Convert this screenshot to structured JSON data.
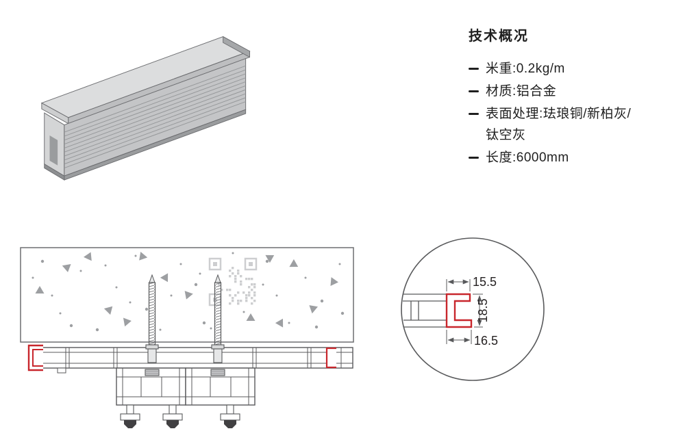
{
  "specs": {
    "title": "技术概况",
    "items": [
      {
        "text": "米重:0.2kg/m"
      },
      {
        "text": "材质:铝合金"
      },
      {
        "text": "表面处理:珐琅铜/新柏灰/",
        "text2": "钛空灰"
      },
      {
        "text": "长度:6000mm"
      }
    ]
  },
  "detail_dims": {
    "top_width": "15.5",
    "height": "18.5",
    "bottom_width": "16.5"
  },
  "colors": {
    "accent_red": "#c8262c",
    "line_dark": "#58595b",
    "metal_light": "#dcddde",
    "metal_mid": "#c4c5c7",
    "speckle_gray": "#9d9fa2"
  }
}
